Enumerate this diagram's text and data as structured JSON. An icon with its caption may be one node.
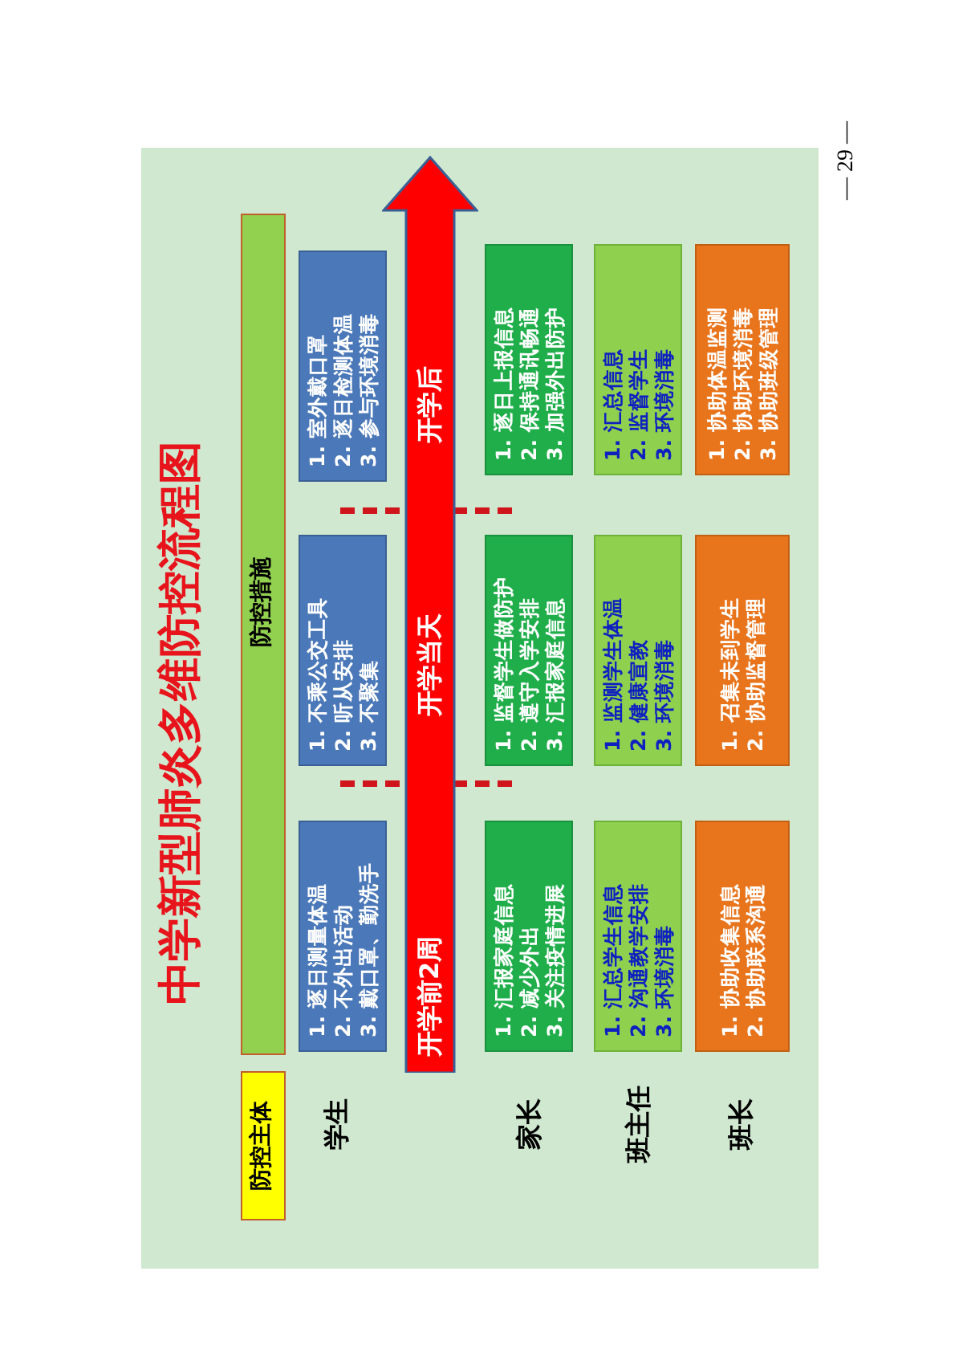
{
  "diagram": {
    "title": "中学新型肺炎多维防控流程图",
    "nodes": [
      {
        "text": [
          "防控主体"
        ]
      },
      {
        "text": [
          "防控措施"
        ]
      },
      {
        "text": [
          "开学前2周",
          "开学当天",
          "开学后"
        ]
      },
      {
        "text": [
          "1. 逐日测量体温",
          "2. 不外出活动",
          "3. 戴口罩、勤洗手"
        ]
      },
      {
        "text": [
          "1. 不乘公交工具",
          "2. 听从安排",
          "3. 不聚集"
        ]
      },
      {
        "text": [
          "1. 室外戴口罩",
          "2. 逐日检测体温",
          "3. 参与环境消毒"
        ]
      },
      {
        "text": [
          "1. 汇报家庭信息",
          "2. 减少外出",
          "3. 关注疫情进展"
        ]
      },
      {
        "text": [
          "1. 监督学生做防护",
          "2. 遵守入学安排",
          "3. 汇报家庭信息"
        ]
      },
      {
        "text": [
          "1. 逐日上报信息",
          "2. 保持通讯畅通",
          "3. 加强外出防护"
        ]
      },
      {
        "text": [
          "1. 汇总学生信息",
          "2. 沟通教学安排",
          "3. 环境消毒"
        ]
      },
      {
        "text": [
          "1. 监测学生体温",
          "2. 健康宣教",
          "3. 环境消毒"
        ]
      },
      {
        "text": [
          "1. 汇总信息",
          "2. 监督学生",
          "3. 环境消毒"
        ]
      },
      {
        "text": [
          "1. 协助收集信息",
          "2. 协助联系沟通"
        ]
      },
      {
        "text": [
          "1. 召集未到学生",
          "2. 协助监督管理"
        ]
      },
      {
        "text": [
          "1. 协助体温监测",
          "2. 协助环境消毒",
          "3. 协助班级管理"
        ]
      }
    ],
    "labels": [
      "学生",
      "家长",
      "班主任",
      "班长",
      "— 29 —"
    ]
  }
}
